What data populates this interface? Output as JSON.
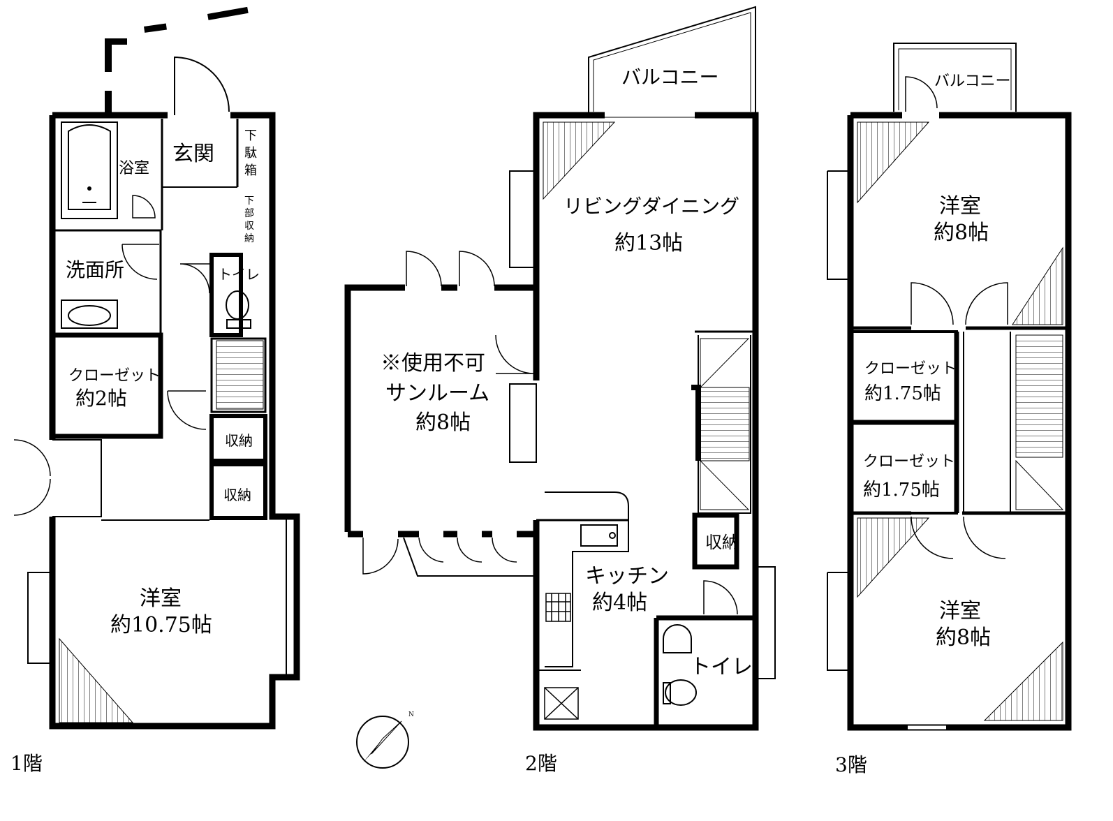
{
  "floors": [
    {
      "label": "1階",
      "rooms": {
        "bath": "浴室",
        "entrance": "玄関",
        "shoe_box": [
          "下",
          "駄",
          "箱"
        ],
        "under_storage": [
          "下",
          "部",
          "収",
          "納"
        ],
        "washroom": "洗面所",
        "toilet": "トイレ",
        "closet_name": "クローゼット",
        "closet_size": "約2帖",
        "storage_a": "収納",
        "storage_b": "収納",
        "western_name": "洋室",
        "western_size": "約10.75帖"
      }
    },
    {
      "label": "2階",
      "rooms": {
        "balcony": "バルコニー",
        "living_name": "リビングダイニング",
        "living_size": "約13帖",
        "sunroom_note": "※使用不可",
        "sunroom_name": "サンルーム",
        "sunroom_size": "約8帖",
        "storage": "収納",
        "kitchen_name": "キッチン",
        "kitchen_size": "約4帖",
        "toilet": "トイレ"
      }
    },
    {
      "label": "3階",
      "rooms": {
        "balcony": "バルコニー",
        "western1_name": "洋室",
        "western1_size": "約8帖",
        "closet1_name": "クローゼット",
        "closet1_size": "約1.75帖",
        "closet2_name": "クローゼット",
        "closet2_size": "約1.75帖",
        "western2_name": "洋室",
        "western2_size": "約8帖"
      }
    }
  ],
  "compass": {
    "north_label": "N",
    "icon": "compass-north-arrow"
  },
  "colors": {
    "wall": "#000000",
    "line": "#000000",
    "background": "#ffffff"
  }
}
